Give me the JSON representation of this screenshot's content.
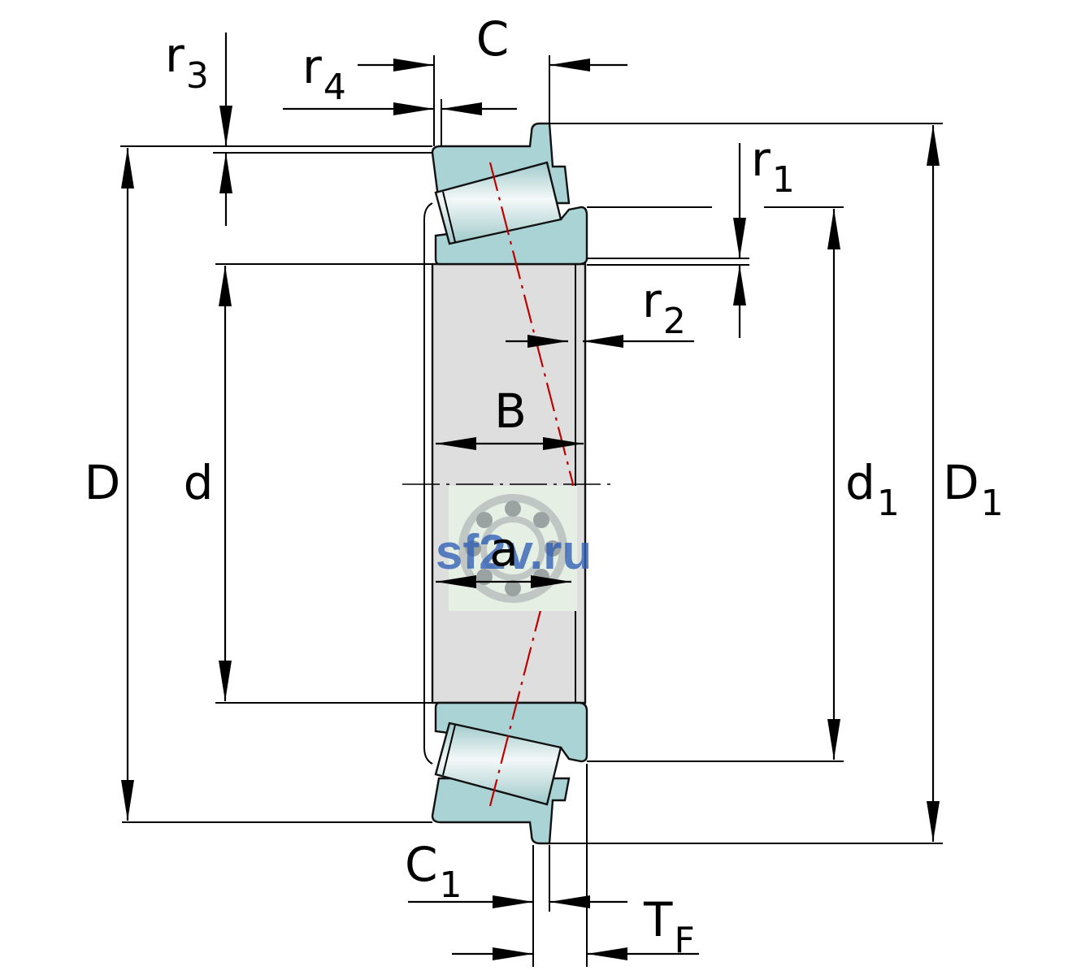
{
  "labels": {
    "C": "C",
    "r3": {
      "base": "r",
      "sub": "3"
    },
    "r4": {
      "base": "r",
      "sub": "4"
    },
    "r1": {
      "base": "r",
      "sub": "1"
    },
    "r2": {
      "base": "r",
      "sub": "2"
    },
    "B": "B",
    "D": "D",
    "d": "d",
    "a": "a",
    "d1": {
      "base": "d",
      "sub": "1"
    },
    "D1": {
      "base": "D",
      "sub": "1"
    },
    "C1": {
      "base": "C",
      "sub": "1"
    },
    "TF": {
      "base": "T",
      "sub": "F"
    }
  },
  "watermark": {
    "text": "sf2v.ru",
    "icon": "ball-bearing-icon"
  },
  "colors": {
    "ring_fill": "#a9d3d4",
    "bore_fill": "#dedede",
    "roller_light": "#f4f8f8",
    "roller_dark": "#9fc9ca",
    "axis_line": "#c00000",
    "watermark": "#2f5fb5"
  }
}
